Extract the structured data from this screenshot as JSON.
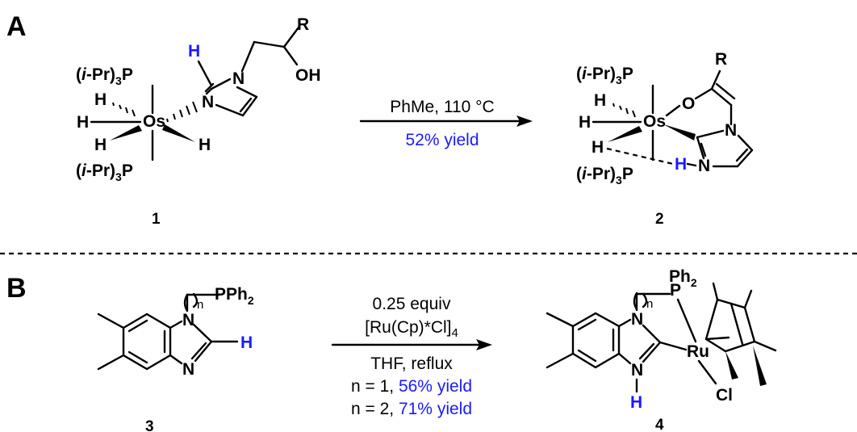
{
  "panels": {
    "a": "A",
    "b": "B"
  },
  "scheme_a": {
    "compound_1_label": "1",
    "compound_2_label": "2",
    "reagent": "PhMe, 110 °C",
    "yield": "52% yield",
    "atoms": {
      "os": "Os",
      "p_label": "(i-Pr)3P",
      "h": "H",
      "n": "N",
      "o": "O",
      "oh": "OH",
      "r": "R"
    }
  },
  "scheme_b": {
    "compound_3_label": "3",
    "compound_4_label": "4",
    "reagent_line1": "0.25 equiv",
    "reagent_line2": "[Ru(Cp)*Cl]4",
    "solvent": "THF, reflux",
    "condition_n1_prefix": "n = 1, ",
    "condition_n1_yield": "56% yield",
    "condition_n2_prefix": "n = 2, ",
    "condition_n2_yield": "71% yield",
    "atoms": {
      "ru": "Ru",
      "cl": "Cl",
      "pph2": "PPh2",
      "p": "P",
      "ph2": "Ph2",
      "n": "N",
      "h": "H",
      "n_sub": "n"
    }
  },
  "colors": {
    "highlight": "#1a1aff",
    "ink": "#000000"
  }
}
